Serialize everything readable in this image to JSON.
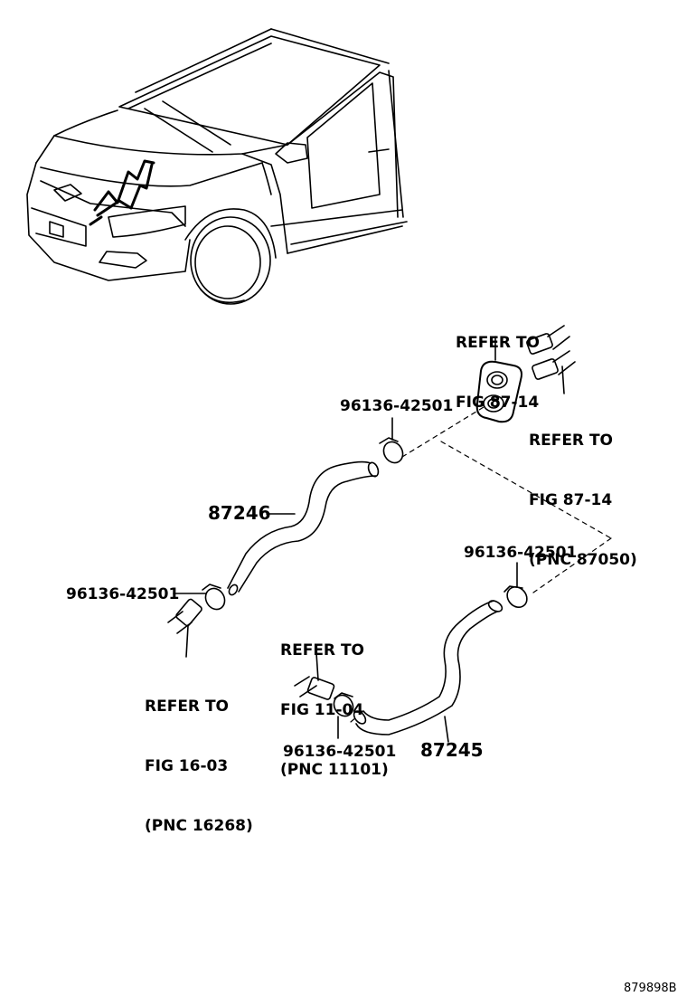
{
  "labels": {
    "refer_fig8714_a": [
      "REFER TO",
      "FIG 87-14"
    ],
    "refer_fig8714_b": [
      "REFER TO",
      "FIG 87-14",
      "(PNC 87050)"
    ],
    "refer_fig1104": [
      "REFER TO",
      "FIG 11-04",
      "(PNC 11101)"
    ],
    "refer_fig1603": [
      "REFER TO",
      "FIG 16-03",
      "(PNC 16268)"
    ],
    "clamp_top": "96136-42501",
    "clamp_left": "96136-42501",
    "clamp_right": "96136-42501",
    "clamp_bottom": "96136-42501",
    "hose_upper": "87246",
    "hose_lower": "87245",
    "illustration_id": "879898B"
  }
}
